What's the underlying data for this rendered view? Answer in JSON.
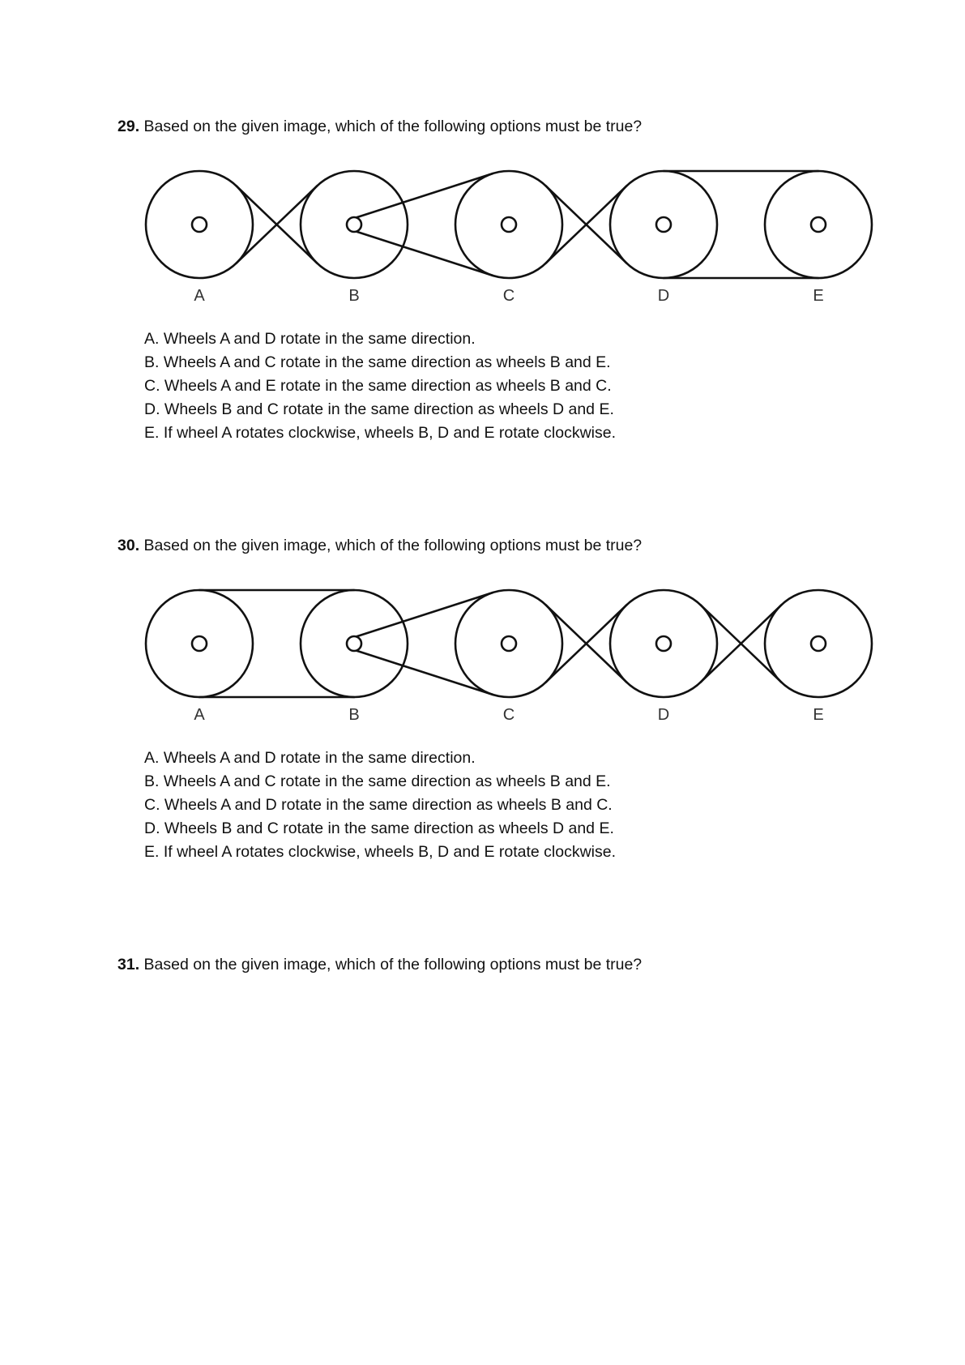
{
  "questions": [
    {
      "number": "29.",
      "text": "Based on the given image, which of the following options must be true?",
      "wheel_labels": [
        "A",
        "B",
        "C",
        "D",
        "E"
      ],
      "connections": [
        {
          "from": "A",
          "to": "B",
          "belt": "crossed"
        },
        {
          "from": "B",
          "to": "C",
          "belt": "hub-open"
        },
        {
          "from": "C",
          "to": "D",
          "belt": "crossed"
        },
        {
          "from": "D",
          "to": "E",
          "belt": "open"
        }
      ],
      "options": [
        "A. Wheels A and D rotate in the same direction.",
        "B. Wheels A and C rotate in the same direction as wheels B and E.",
        "C. Wheels A and E rotate in the same direction as wheels B and C.",
        "D. Wheels B and C rotate in the same direction as wheels D and E.",
        "E. If wheel A rotates clockwise, wheels B, D and E rotate clockwise."
      ]
    },
    {
      "number": "30.",
      "text": "Based on the given image, which of the following options must be true?",
      "wheel_labels": [
        "A",
        "B",
        "C",
        "D",
        "E"
      ],
      "connections": [
        {
          "from": "A",
          "to": "B",
          "belt": "open"
        },
        {
          "from": "B",
          "to": "C",
          "belt": "hub-open"
        },
        {
          "from": "C",
          "to": "D",
          "belt": "crossed"
        },
        {
          "from": "D",
          "to": "E",
          "belt": "crossed"
        }
      ],
      "options": [
        "A. Wheels A and D rotate in the same direction.",
        "B. Wheels A and C rotate in the same direction as wheels B and E.",
        "C. Wheels A and D rotate in the same direction as wheels B and C.",
        "D. Wheels B and C rotate in the same direction as wheels D and E.",
        "E. If wheel A rotates clockwise, wheels B, D and E rotate clockwise."
      ]
    },
    {
      "number": "31.",
      "text": "Based on the given image, which of the following options must be true?"
    }
  ]
}
